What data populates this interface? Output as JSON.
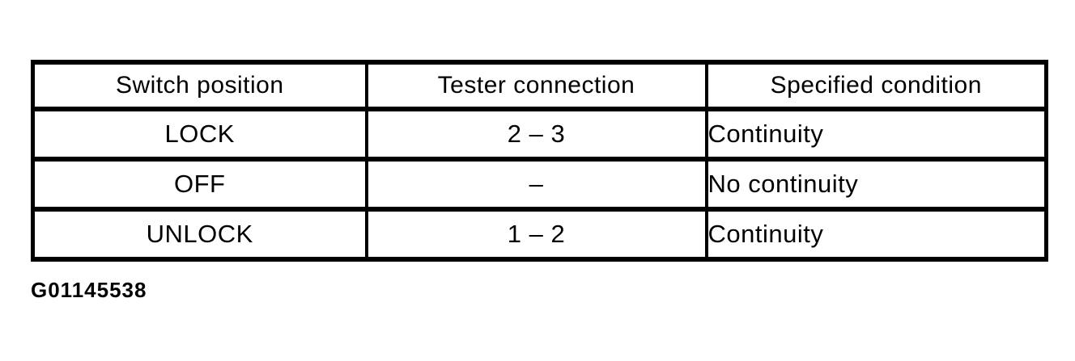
{
  "figure_label": "G01145538",
  "table": {
    "columns": [
      "Switch position",
      "Tester connection",
      "Specified condition"
    ],
    "rows": [
      {
        "switch_position": "LOCK",
        "tester_connection": "2 – 3",
        "specified_condition": "Continuity"
      },
      {
        "switch_position": "OFF",
        "tester_connection": "–",
        "specified_condition": "No continuity"
      },
      {
        "switch_position": "UNLOCK",
        "tester_connection": "1 – 2",
        "specified_condition": "Continuity"
      }
    ]
  }
}
